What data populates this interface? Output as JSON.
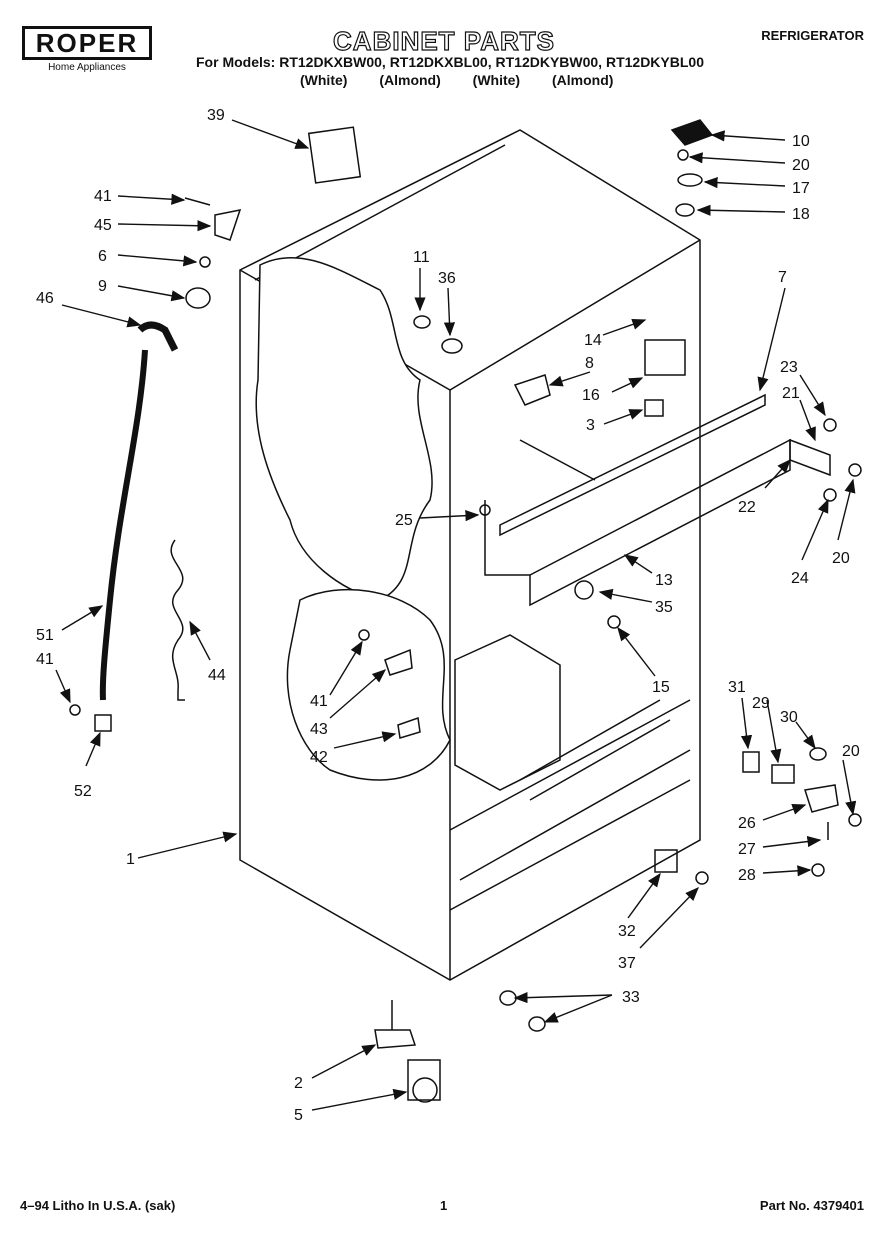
{
  "header": {
    "brand": "ROPER",
    "brand_sub": "Home Appliances",
    "title": "CABINET PARTS",
    "category": "REFRIGERATOR",
    "models_line": "For Models: RT12DKXBW00, RT12DKXBL00, RT12DKYBW00, RT12DKYBL00",
    "colors": [
      "(White)",
      "(Almond)",
      "(White)",
      "(Almond)"
    ]
  },
  "callouts": [
    "39",
    "10",
    "20",
    "17",
    "18",
    "41",
    "45",
    "6",
    "9",
    "46",
    "11",
    "36",
    "7",
    "14",
    "8",
    "16",
    "3",
    "23",
    "21",
    "22",
    "20",
    "24",
    "25",
    "13",
    "35",
    "15",
    "51",
    "41",
    "44",
    "41",
    "43",
    "42",
    "52",
    "31",
    "29",
    "30",
    "20",
    "1",
    "26",
    "27",
    "28",
    "32",
    "37",
    "33",
    "2",
    "5"
  ],
  "footer": {
    "left": "4–94 Litho In U.S.A. (sak)",
    "center": "1",
    "right": "Part No. 4379401"
  }
}
